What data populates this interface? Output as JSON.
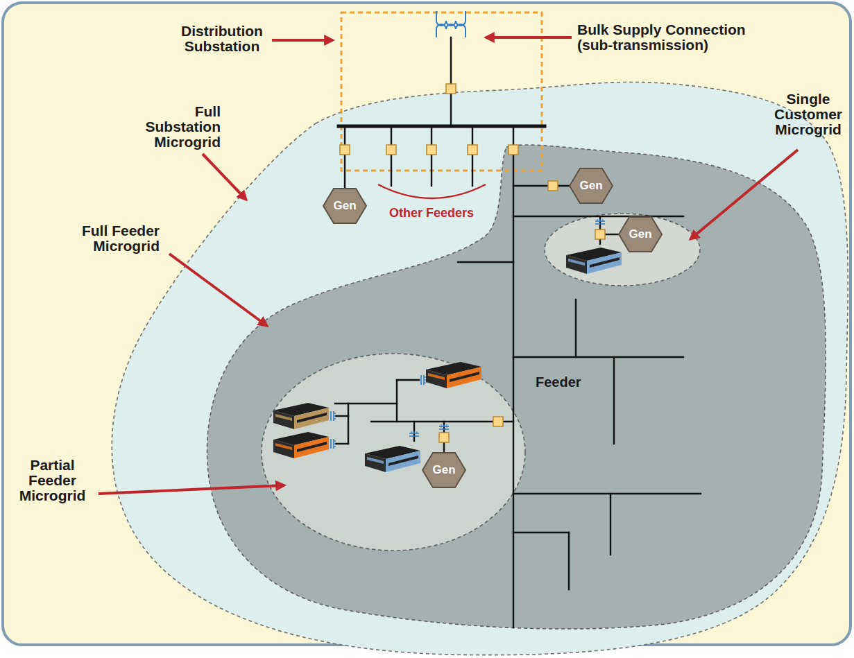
{
  "diagram": {
    "nodes": [
      {
        "text": [
          "Gen"
        ]
      },
      {
        "text": [
          "Gen"
        ]
      },
      {
        "text": [
          "Gen"
        ]
      },
      {
        "text": [
          "Gen"
        ]
      }
    ],
    "labels": [
      "Distribution Substation",
      "Bulk Supply Connection (sub-transmission)",
      "Full Substation Microgrid",
      "Single Customer Microgrid",
      "Full Feeder Microgrid",
      "Other Feeders",
      "Feeder",
      "Partial Feeder Microgrid"
    ]
  }
}
